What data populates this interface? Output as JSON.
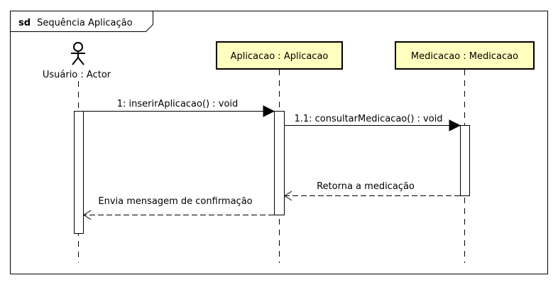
{
  "frame": {
    "keyword": "sd",
    "title": "Sequência Aplicação"
  },
  "lifelines": {
    "actor": "Usuário : Actor",
    "aplicacao": "Aplicacao : Aplicacao",
    "medicacao": "Medicacao : Medicacao"
  },
  "messages": {
    "m1": "1: inserirAplicacao() : void",
    "m2": "1.1: consultarMedicacao() : void",
    "r1": "Retorna a medicação",
    "r2": "Envia mensagem de confirmação"
  },
  "colors": {
    "lifeline_fill": "#ffffc0",
    "line": "#000000"
  }
}
